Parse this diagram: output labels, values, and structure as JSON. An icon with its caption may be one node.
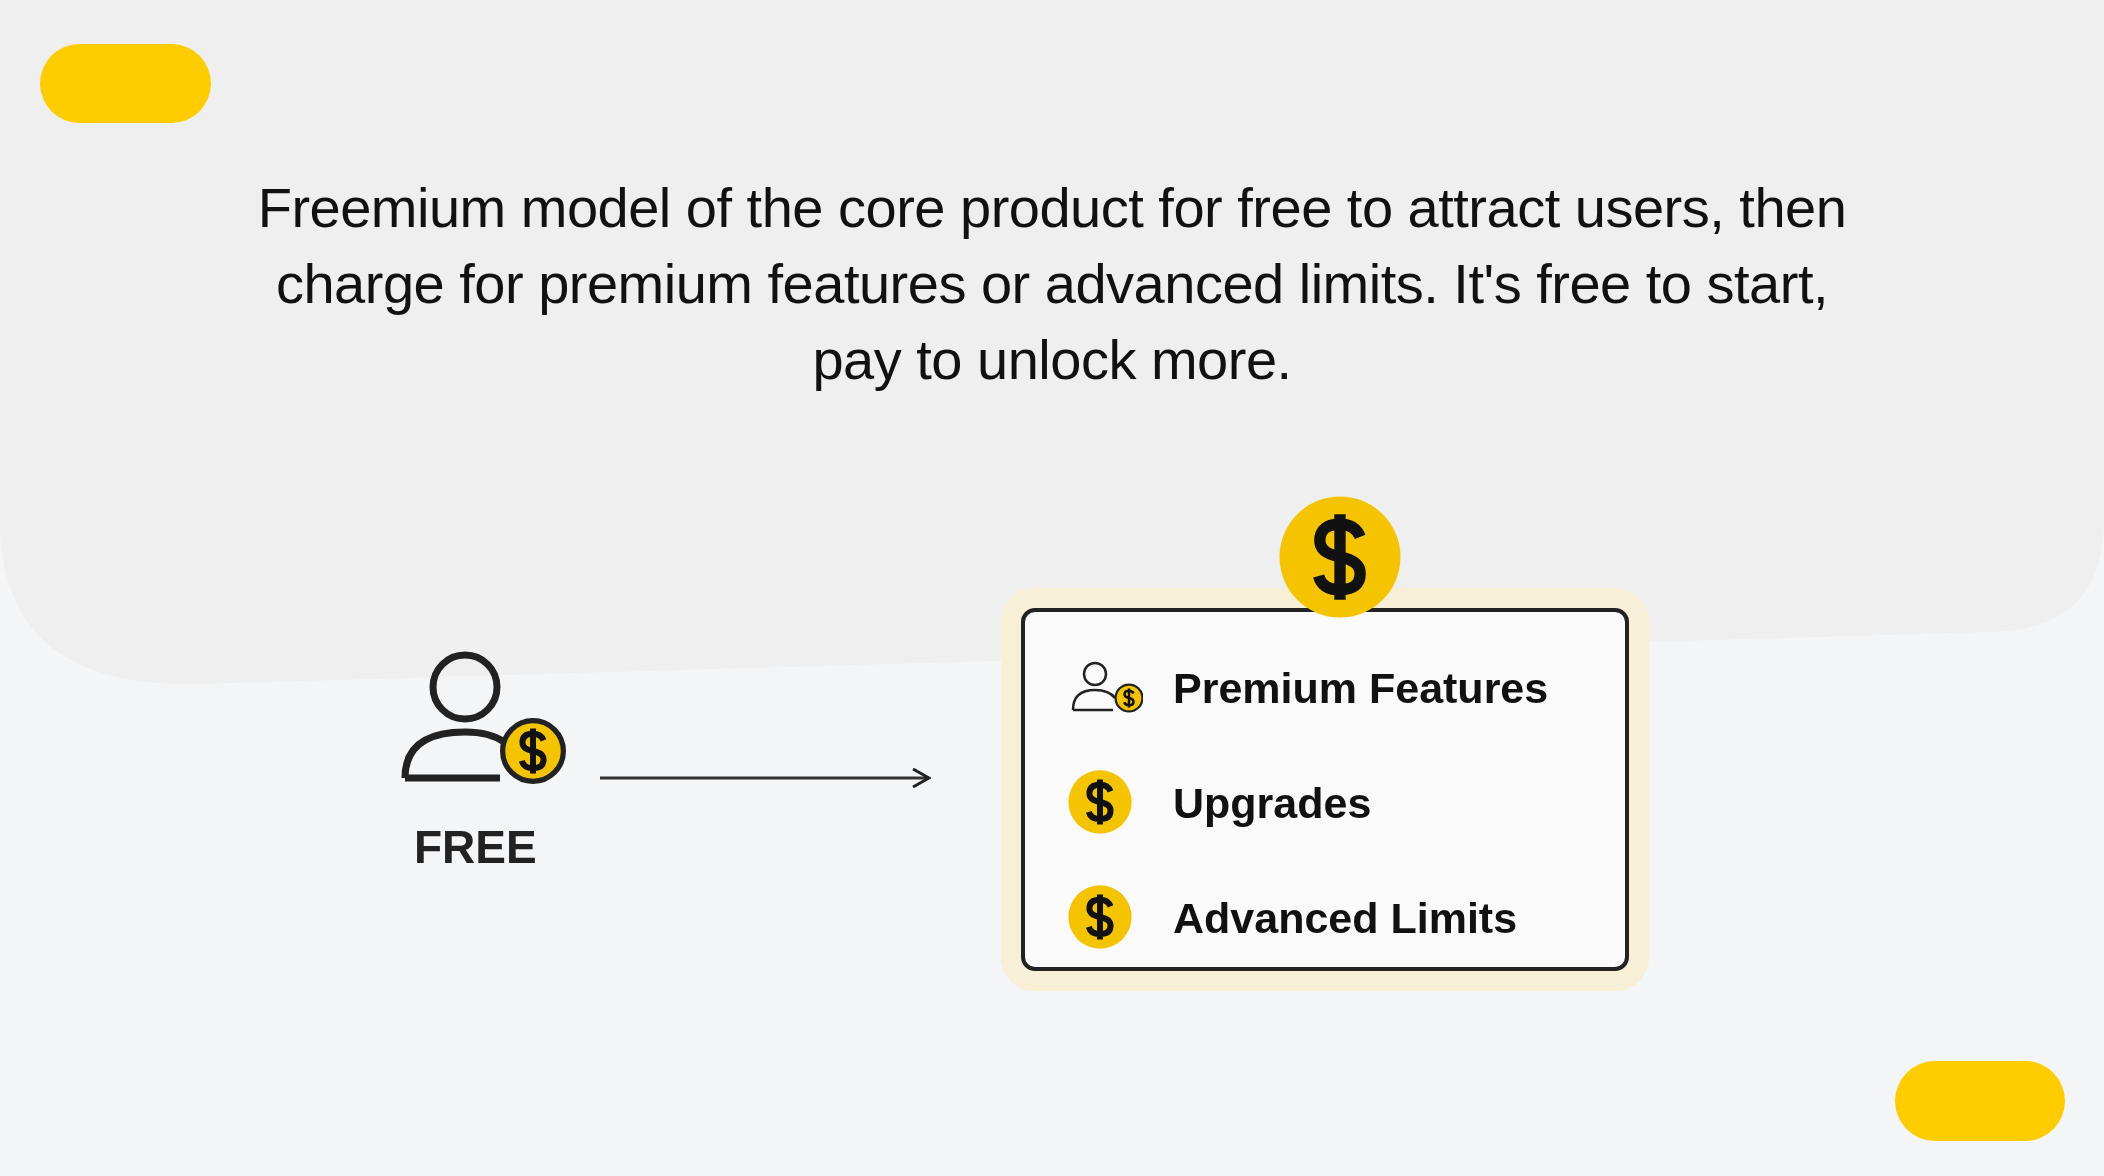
{
  "diagram": {
    "title": "Freemium model of the core product for free to attract users, then charge for premium features or advanced limits. It's free to start, pay to unlock more.",
    "nodes": [
      {
        "text": [
          "FREE"
        ]
      },
      {
        "text": [],
        "shape": "box"
      },
      {
        "text": [
          "Premium Features"
        ],
        "in": 1
      },
      {
        "text": [
          "Upgrades"
        ],
        "in": 1
      },
      {
        "text": [
          "Advanced Limits"
        ],
        "in": 1
      }
    ],
    "edges": [
      {
        "from": 0,
        "to": 1,
        "arrow": "to"
      }
    ]
  }
}
